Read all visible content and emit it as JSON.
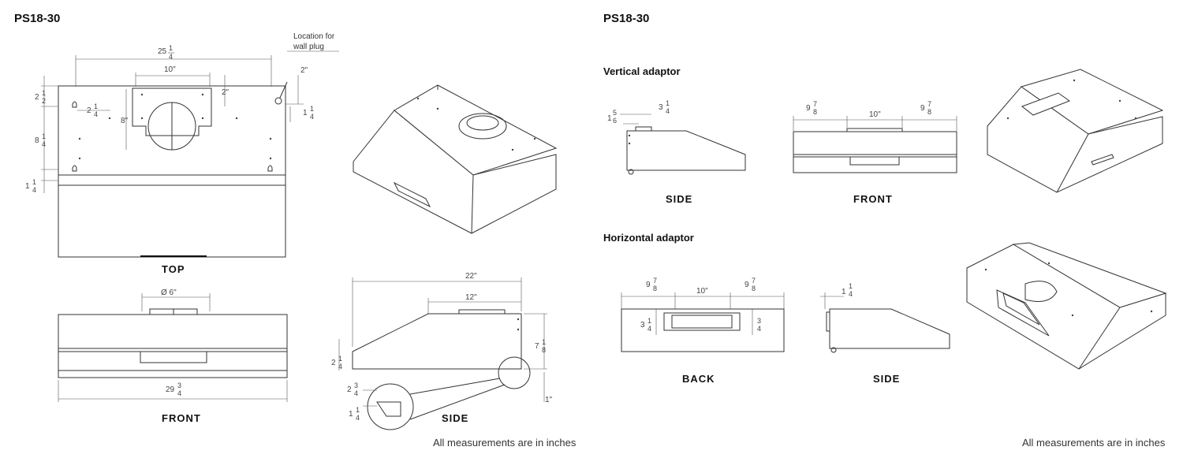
{
  "left": {
    "title": "PS18-30",
    "views": {
      "top": "TOP",
      "front": "FRONT",
      "side": "SIDE"
    },
    "callout": {
      "line1": "Location for",
      "line2": "wall plug"
    },
    "dims": {
      "width": {
        "whole": "25",
        "num": "1",
        "den": "4",
        "unit": "\""
      },
      "collar_width": "10\"",
      "collar_offset": "2\"",
      "right_edge": "2\"",
      "collar_height": "8\"",
      "left_top": {
        "whole": "2",
        "num": "1",
        "den": "2",
        "unit": "\""
      },
      "left_mid": {
        "whole": "8",
        "num": "1",
        "den": "4",
        "unit": "\""
      },
      "left_bottom": {
        "whole": "1",
        "num": "1",
        "den": "4",
        "unit": "\""
      },
      "hole_offset": {
        "whole": "2",
        "num": "1",
        "den": "4",
        "unit": "\""
      },
      "right_small": {
        "whole": "1",
        "num": "1",
        "den": "4",
        "unit": "\""
      },
      "duct_dia": "Ø 6\"",
      "front_width": {
        "whole": "29",
        "num": "3",
        "den": "4",
        "unit": "\""
      },
      "depth": "22\"",
      "top_depth": "12\"",
      "side_height": {
        "whole": "7",
        "num": "1",
        "den": "8",
        "unit": "\""
      },
      "side_front": {
        "whole": "2",
        "num": "1",
        "den": "4",
        "unit": "\""
      },
      "detail_a": {
        "whole": "2",
        "num": "3",
        "den": "4",
        "unit": "\""
      },
      "detail_b": {
        "whole": "1",
        "num": "1",
        "den": "4",
        "unit": "\""
      },
      "detail_c": "1\""
    },
    "note": "All measurements are in inches"
  },
  "right": {
    "title": "PS18-30",
    "vertical_label": "Vertical adaptor",
    "horizontal_label": "Horizontal adaptor",
    "views": {
      "v_side": "SIDE",
      "v_front": "FRONT",
      "h_back": "BACK",
      "h_side": "SIDE"
    },
    "dims": {
      "v_side_a": {
        "whole": "1",
        "num": "5",
        "den": "6",
        "unit": "\""
      },
      "v_side_b": {
        "whole": "3",
        "num": "1",
        "den": "4",
        "unit": "\""
      },
      "v_front_l": {
        "whole": "9",
        "num": "7",
        "den": "8",
        "unit": "\""
      },
      "v_front_c": "10\"",
      "v_front_r": {
        "whole": "9",
        "num": "7",
        "den": "8",
        "unit": "\""
      },
      "h_back_l": {
        "whole": "9",
        "num": "7",
        "den": "8",
        "unit": "\""
      },
      "h_back_c": "10\"",
      "h_back_r": {
        "whole": "9",
        "num": "7",
        "den": "8",
        "unit": "\""
      },
      "h_back_hl": {
        "whole": "3",
        "num": "1",
        "den": "4",
        "unit": "\""
      },
      "h_back_hr": {
        "num": "3",
        "den": "4",
        "unit": "\""
      },
      "h_side_a": {
        "whole": "1",
        "num": "1",
        "den": "4",
        "unit": "\""
      }
    },
    "note": "All measurements are in inches"
  }
}
